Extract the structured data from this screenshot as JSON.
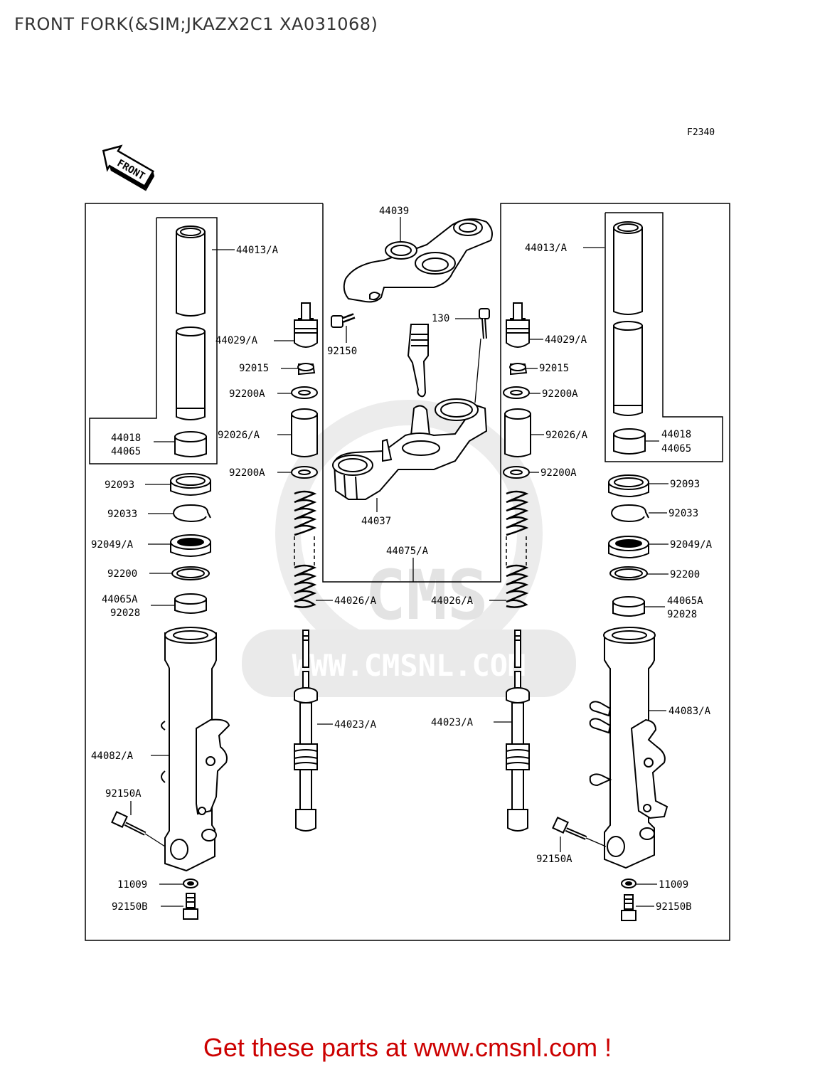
{
  "title": "FRONT FORK(&SIM;JKAZX2C1 XA031068)",
  "figure_code": "F2340",
  "front_indicator": "FRONT",
  "watermark": {
    "logo_text": "CMS",
    "url_text": "WWW.CMSNL.COM"
  },
  "callouts": {
    "c44039": "44039",
    "c44013_l": "44013/A",
    "c44013_r": "44013/A",
    "c44029_l": "44029/A",
    "c44029_r": "44029/A",
    "c92150": "92150",
    "c130": "130",
    "c92015_l": "92015",
    "c92015_r": "92015",
    "c92200a1_l": "92200A",
    "c92200a1_r": "92200A",
    "c92026_l": "92026/A",
    "c92026_r": "92026/A",
    "c44018_l": "44018",
    "c44065_l": "44065",
    "c44018_r": "44018",
    "c44065_r": "44065",
    "c92200a2_l": "92200A",
    "c92200a2_r": "92200A",
    "c92093_l": "92093",
    "c92093_r": "92093",
    "c92033_l": "92033",
    "c92033_r": "92033",
    "c44037": "44037",
    "c92049_l": "92049/A",
    "c92049_r": "92049/A",
    "c44075": "44075/A",
    "c92200_l": "92200",
    "c92200_r": "92200",
    "c44065a_l": "44065A",
    "c92028_l": "92028",
    "c44065a_r": "44065A",
    "c92028_r": "92028",
    "c44026_l": "44026/A",
    "c44026_r": "44026/A",
    "c44083": "44083/A",
    "c44023_l": "44023/A",
    "c44023_r": "44023/A",
    "c44082": "44082/A",
    "c92150a_l": "92150A",
    "c92150a_r": "92150A",
    "c11009_l": "11009",
    "c11009_r": "11009",
    "c92150b_l": "92150B",
    "c92150b_r": "92150B"
  },
  "footer": "Get these parts at www.cmsnl.com !"
}
